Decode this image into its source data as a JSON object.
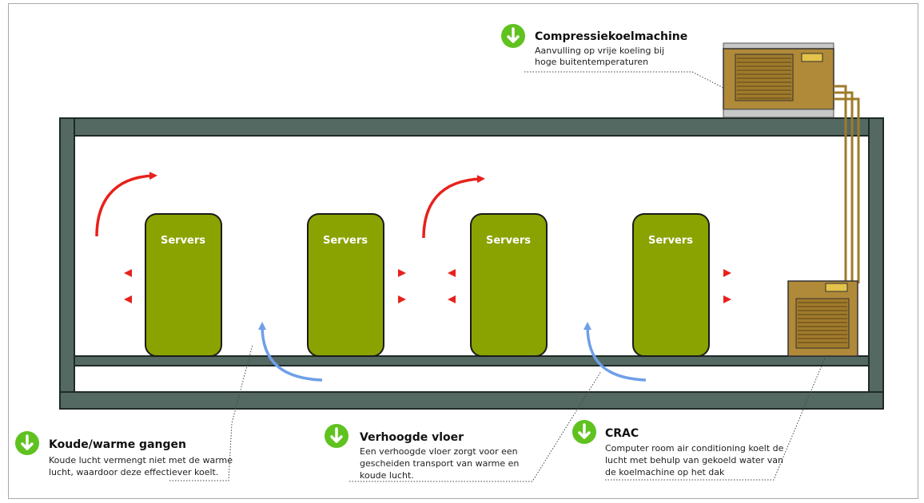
{
  "servers": [
    {
      "label": "Servers"
    },
    {
      "label": "Servers"
    },
    {
      "label": "Servers"
    },
    {
      "label": "Servers"
    }
  ],
  "callouts": {
    "compressiekoelmachine": {
      "title": "Compressiekoelmachine",
      "lines": [
        "Aanvulling op vrije koeling bij",
        "hoge buitentemperaturen"
      ]
    },
    "gangen": {
      "title": "Koude/warme gangen",
      "lines": [
        "Koude lucht vermengt niet met de warme",
        "lucht, waardoor deze effectiever koelt."
      ]
    },
    "vloer": {
      "title": "Verhoogde vloer",
      "lines": [
        "Een verhoogde vloer zorgt voor een",
        "gescheiden transport van warme en",
        "koude lucht."
      ]
    },
    "crac": {
      "title": "CRAC",
      "lines": [
        "Computer room air conditioning koelt de",
        "lucht met behulp van gekoeld water van",
        "de koelmachine op het dak"
      ]
    }
  },
  "colors": {
    "frame": "#556963",
    "server": "#8aa300",
    "machine": "#b08a38",
    "pipe": "#9e7b2a",
    "hot": "#e8211c",
    "cold": "#6f9fe8",
    "badge": "#5fc21f"
  }
}
